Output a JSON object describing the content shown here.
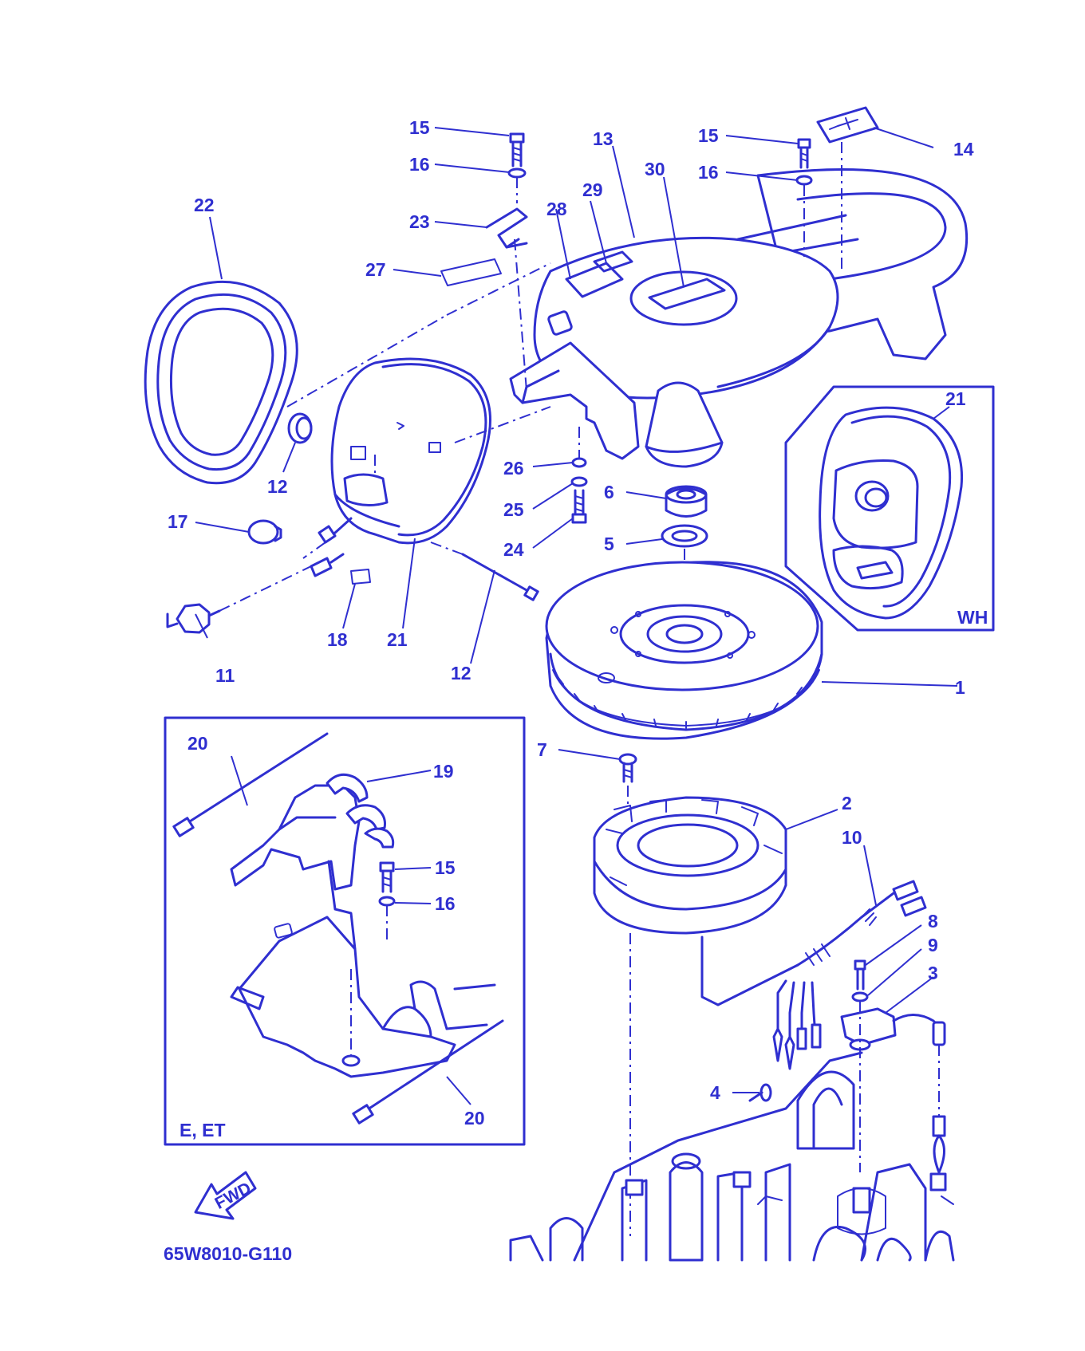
{
  "diagram_code": "65W8010-G110",
  "fwd_label": "FWD",
  "inset_wh_label": "WH",
  "inset_e_et_label": "E, ET",
  "callouts": {
    "c1": "1",
    "c2": "2",
    "c3": "3",
    "c4": "4",
    "c5": "5",
    "c6": "6",
    "c7": "7",
    "c8": "8",
    "c9": "9",
    "c10": "10",
    "c11": "11",
    "c12a": "12",
    "c12b": "12",
    "c13": "13",
    "c14": "14",
    "c15a": "15",
    "c15b": "15",
    "c15c": "15",
    "c16a": "16",
    "c16b": "16",
    "c16c": "16",
    "c17": "17",
    "c18": "18",
    "c19": "19",
    "c20a": "20",
    "c20b": "20",
    "c21a": "21",
    "c21b": "21",
    "c22": "22",
    "c23": "23",
    "c24": "24",
    "c25": "25",
    "c26": "26",
    "c27": "27",
    "c28": "28",
    "c29": "29",
    "c30": "30"
  },
  "colors": {
    "ink": "#2f2fd0",
    "background": "#ffffff"
  }
}
